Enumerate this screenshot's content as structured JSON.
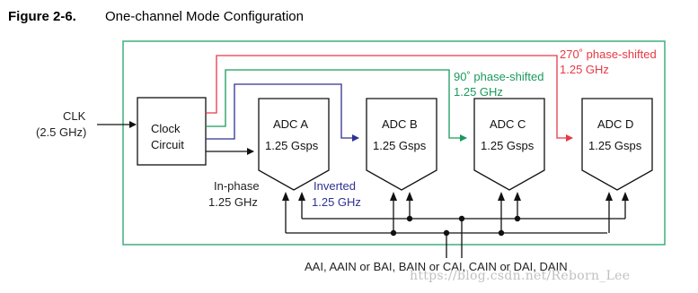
{
  "figure": {
    "number": "Figure 2-6.",
    "title": "One-channel Mode Configuration"
  },
  "clk_input": {
    "line1": "CLK",
    "line2": "(2.5 GHz)"
  },
  "clock_circuit": {
    "line1": "Clock",
    "line2": "Circuit"
  },
  "adcs": [
    {
      "name": "ADC A",
      "rate": "1.25 Gsps"
    },
    {
      "name": "ADC B",
      "rate": "1.25 Gsps"
    },
    {
      "name": "ADC C",
      "rate": "1.25 Gsps"
    },
    {
      "name": "ADC D",
      "rate": "1.25 Gsps"
    }
  ],
  "clock_labels": {
    "inphase": {
      "line1": "In-phase",
      "line2": "1.25 GHz"
    },
    "inverted": {
      "line1": "Inverted",
      "line2": "1.25 GHz"
    },
    "phase90": {
      "line1": "90˚ phase-shifted",
      "line2": "1.25 GHz"
    },
    "phase270": {
      "line1": "270˚ phase-shifted",
      "line2": "1.25 GHz"
    }
  },
  "analog_inputs": "AAI, AAIN or BAI, BAIN or CAI, CAIN or DAI, DAIN",
  "watermark": "https://blog.csdn.net/Reborn_Lee",
  "colors": {
    "border": "#3fae7f",
    "phase270": "#e63946",
    "phase90": "#1a9a5c",
    "inverted": "#2e3192",
    "line": "#111111"
  }
}
